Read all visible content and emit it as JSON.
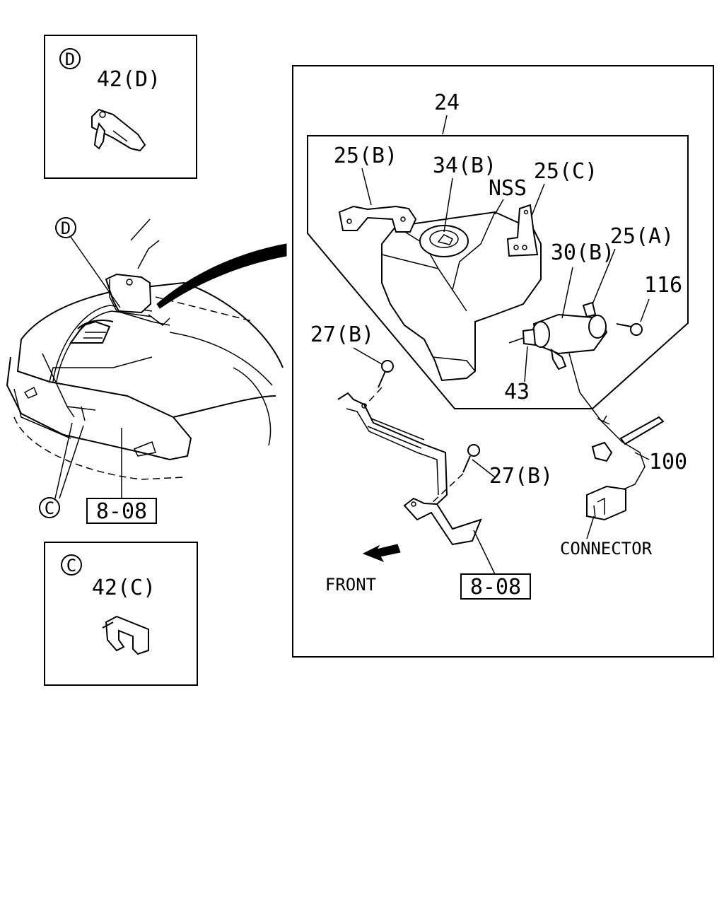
{
  "detail_d": {
    "letter": "D",
    "part": "42(D)"
  },
  "detail_c": {
    "letter": "C",
    "part": "42(C)"
  },
  "vehicle": {
    "callout_d": "D",
    "callout_c": "C",
    "ref_box": "8-08"
  },
  "main": {
    "group_number": "24",
    "nss": "NSS",
    "labels": {
      "p25b": "25(B)",
      "p34b": "34(B)",
      "p25c": "25(C)",
      "p25a": "25(A)",
      "p30b": "30(B)",
      "p116": "116",
      "p27b_top": "27(B)",
      "p27b_bottom": "27(B)",
      "p43": "43",
      "p100": "100",
      "connector": "CONNECTOR",
      "front": "FRONT",
      "ref_box": "8-08"
    }
  }
}
